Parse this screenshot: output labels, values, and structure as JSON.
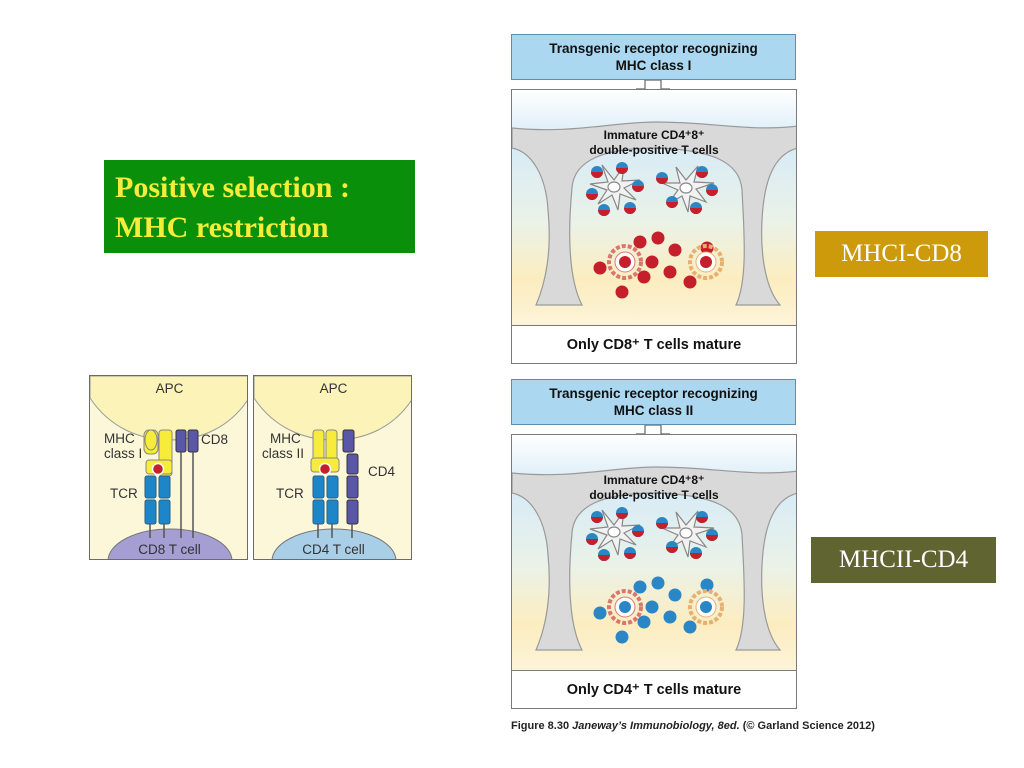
{
  "slide": {
    "title_lines": [
      "Positive selection :",
      "MHC restriction"
    ],
    "tag_cd8": "MHCI-CD8",
    "tag_cd4": "MHCII-CD4",
    "caption_fig": "Figure 8.30",
    "caption_book": "Janeway’s Immunobiology, 8ed.",
    "caption_credit": "(© Garland Science 2012)"
  },
  "panels": [
    {
      "title_line1": "Transgenic receptor recognizing",
      "title_line2": "MHC class I",
      "immature_line1": "Immature CD4⁺8⁺",
      "immature_line2": "double-positive T cells",
      "footer": "Only CD8⁺ T cells mature",
      "cell_color": "#c41f2a"
    },
    {
      "title_line1": "Transgenic receptor recognizing",
      "title_line2": "MHC class II",
      "immature_line1": "Immature CD4⁺8⁺",
      "immature_line2": "double-positive T cells",
      "footer": "Only CD4⁺ T cells mature",
      "cell_color": "#2b86c6"
    }
  ],
  "cell_diagrams": [
    {
      "apc": "APC",
      "mhc_line1": "MHC",
      "mhc_line2": "class I",
      "coreceptor": "CD8",
      "tcr": "TCR",
      "tcell": "CD8 T cell",
      "tcell_color": "#a59ed2"
    },
    {
      "apc": "APC",
      "mhc_line1": "MHC",
      "mhc_line2": "class II",
      "coreceptor": "CD4",
      "tcr": "TCR",
      "tcell": "CD4 T cell",
      "tcell_color": "#a9cfe8"
    }
  ]
}
